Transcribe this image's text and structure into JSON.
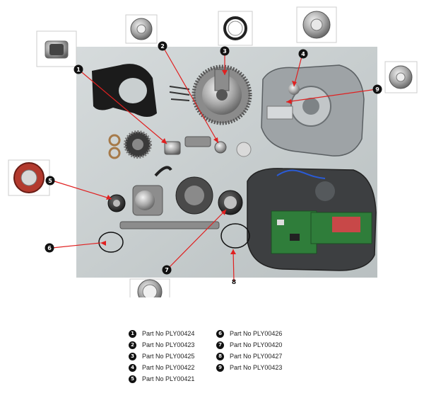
{
  "callouts": [
    {
      "number": "1",
      "style": "dark"
    },
    {
      "number": "2",
      "style": "dark"
    },
    {
      "number": "3",
      "style": "dark"
    },
    {
      "number": "4",
      "style": "dark"
    },
    {
      "number": "5",
      "style": "dark"
    },
    {
      "number": "6",
      "style": "dark"
    },
    {
      "number": "7",
      "style": "dark"
    },
    {
      "number": "8",
      "style": "plain"
    },
    {
      "number": "9",
      "style": "dark"
    }
  ],
  "legend": [
    {
      "number": "1",
      "text": "Part No PLY00424"
    },
    {
      "number": "2",
      "text": "Part No PLY00423"
    },
    {
      "number": "3",
      "text": "Part No PLY00425"
    },
    {
      "number": "4",
      "text": "Part No PLY00422"
    },
    {
      "number": "5",
      "text": "Part No PLY00421"
    },
    {
      "number": "6",
      "text": "Part No PLY00426"
    },
    {
      "number": "7",
      "text": "Part No PLY00420"
    },
    {
      "number": "8",
      "text": "Part No PLY00427"
    },
    {
      "number": "9",
      "text": "Part No PLY00423"
    }
  ],
  "colors": {
    "leader": "#e02020",
    "badge": "#111111",
    "photo_bg": "#c9cfd0"
  }
}
